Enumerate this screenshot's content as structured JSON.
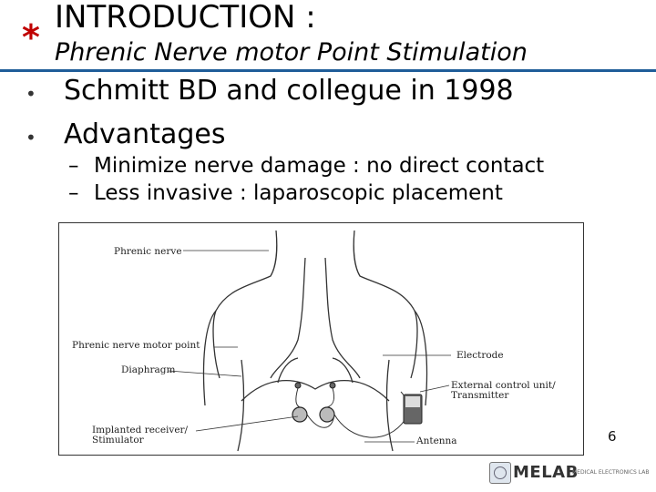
{
  "slide": {
    "title": "INTRODUCTION :",
    "subtitle": "Phrenic Nerve motor Point Stimulation",
    "title_marker": "*",
    "bullets": [
      {
        "text": "Schmitt BD and collegue in 1998"
      },
      {
        "text": "Advantages"
      }
    ],
    "sub_bullets": [
      {
        "text": "Minimize nerve damage : no direct contact"
      },
      {
        "text": "Less invasive : laparoscopic placement"
      }
    ],
    "bullet_glyph": "•",
    "dash_glyph": "–",
    "page_number": "6"
  },
  "figure": {
    "labels": {
      "phrenic_nerve": "Phrenic nerve",
      "motor_point": "Phrenic nerve motor point",
      "diaphragm": "Diaphragm",
      "receiver": "Implanted receiver/\nStimulator",
      "electrode": "Electrode",
      "control_unit": "External control unit/\nTransmitter",
      "antenna": "Antenna"
    }
  },
  "footer": {
    "logo_text": "MELAB",
    "tagline": "MEDICAL ELECTRONICS LAB"
  },
  "colors": {
    "accent": "#c00000",
    "rule": "#1f5d99"
  }
}
